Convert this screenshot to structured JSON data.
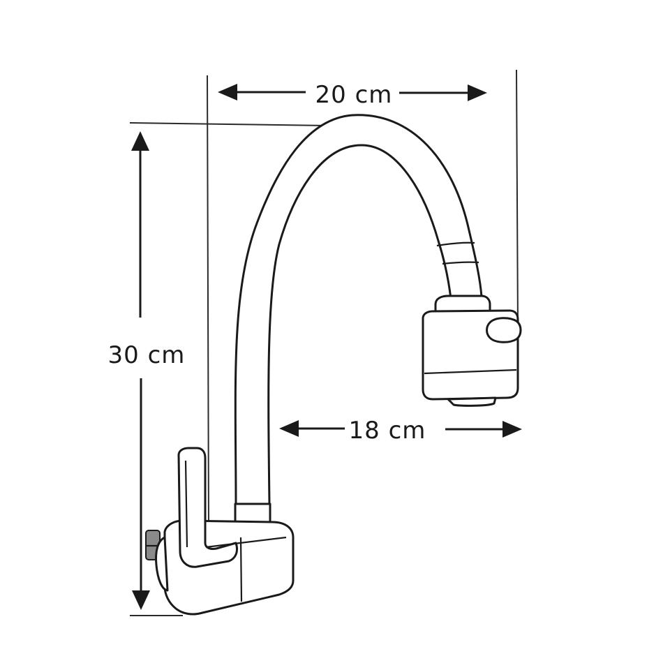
{
  "dimensions": {
    "width_top": {
      "label": "20 cm"
    },
    "height_left": {
      "label": "30 cm"
    },
    "reach": {
      "label": "18 cm"
    }
  },
  "colors": {
    "line": "#1a1a1a",
    "background": "#ffffff",
    "valve_stub": "#8a8a8a"
  }
}
